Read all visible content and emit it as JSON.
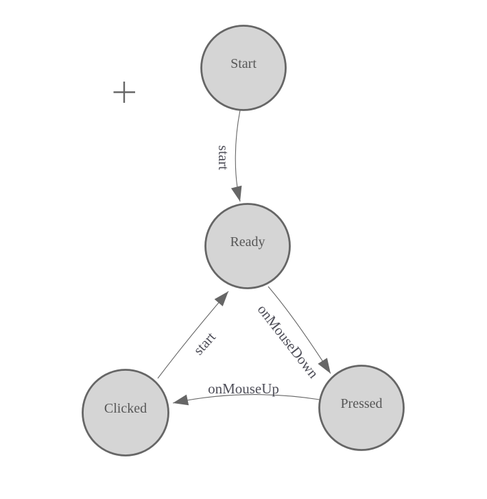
{
  "window": {
    "background": "#ffffff"
  },
  "palette": {
    "node_fill": "#d5d5d5",
    "node_stroke": "#666666",
    "edge_color": "#666666",
    "arrow_fill": "#666666",
    "node_label_color": "#575757",
    "edge_label_color": "#4e4e58",
    "origin_marker_color": "#666666"
  },
  "diagram": {
    "kind": "finite-state-machine",
    "nodes": [
      {
        "label": "Start"
      },
      {
        "label": "Ready"
      },
      {
        "label": "Clicked"
      },
      {
        "label": "Pressed"
      }
    ],
    "edges": [
      {
        "from": "Start",
        "to": "Ready",
        "label": "start"
      },
      {
        "from": "Ready",
        "to": "Pressed",
        "label": "onMouseDown"
      },
      {
        "from": "Pressed",
        "to": "Clicked",
        "label": "onMouseUp"
      },
      {
        "from": "Clicked",
        "to": "Ready",
        "label": "start"
      }
    ],
    "origin_marker": {
      "type": "plus"
    }
  }
}
